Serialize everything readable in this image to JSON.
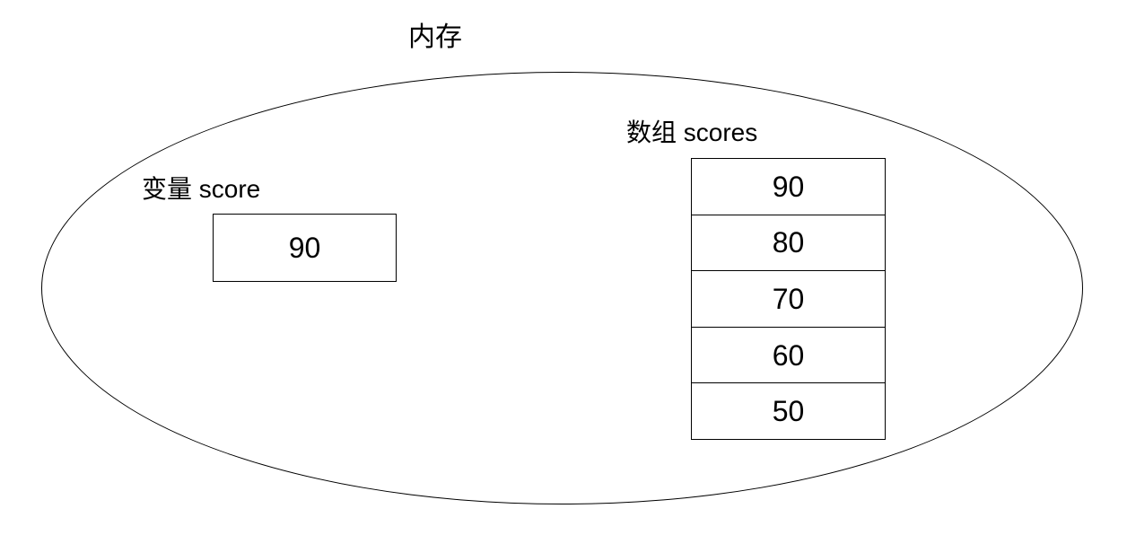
{
  "diagram": {
    "title": "内存",
    "variable": {
      "label": "变量 score",
      "value": "90"
    },
    "array": {
      "label": "数组 scores",
      "values": [
        "90",
        "80",
        "70",
        "60",
        "50"
      ]
    },
    "colors": {
      "line": "#000000",
      "background": "#ffffff",
      "text": "#000000"
    }
  }
}
